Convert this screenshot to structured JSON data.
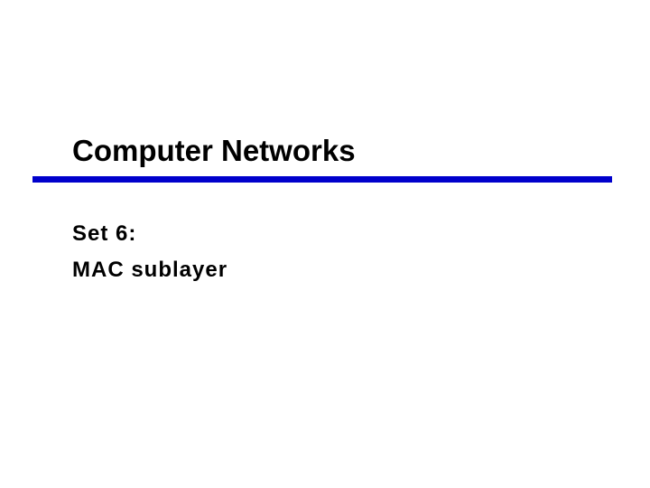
{
  "slide": {
    "title": "Computer Networks",
    "subtitle_lines": [
      "Set 6:",
      "MAC sublayer"
    ]
  },
  "colors": {
    "background": "#ffffff",
    "text": "#000000",
    "title_rule": "#0000cc"
  }
}
